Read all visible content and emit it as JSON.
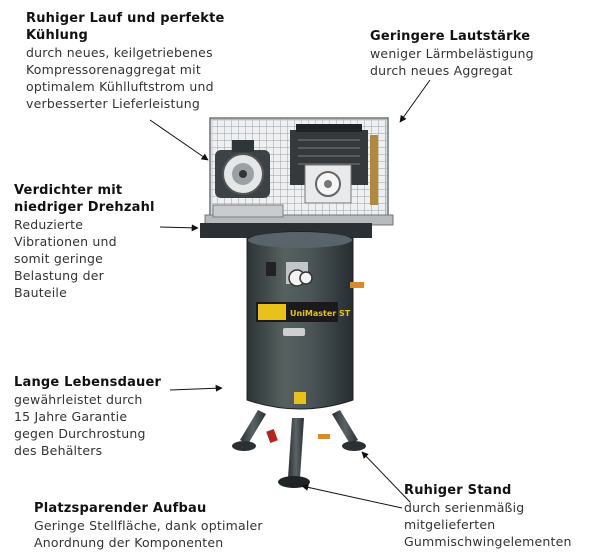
{
  "callouts": {
    "run": {
      "title_lines": [
        "Ruhiger Lauf und perfekte",
        "Kühlung"
      ],
      "body_lines": [
        "durch neues, keilgetriebenes",
        "Kompressorenaggregat mit",
        "optimalem Kühlluftstrom und",
        "verbesserter Lieferleistung"
      ]
    },
    "noise": {
      "title_lines": [
        "Geringere Lautstärke"
      ],
      "body_lines": [
        "weniger Lärmbelästigung",
        "durch neues Aggregat"
      ]
    },
    "compressor": {
      "title_lines": [
        "Verdichter mit",
        "niedriger Drehzahl"
      ],
      "body_lines": [
        "Reduzierte",
        "Vibrationen und",
        "somit geringe",
        "Belastung der",
        "Bauteile"
      ]
    },
    "life": {
      "title_lines": [
        "Lange Lebensdauer"
      ],
      "body_lines": [
        "gewährleistet durch",
        "15 Jahre Garantie",
        "gegen Durchrostung",
        "des Behälters"
      ]
    },
    "space": {
      "title_lines": [
        "Platzsparender Aufbau"
      ],
      "body_lines": [
        "Geringe Stellfläche, dank optimaler",
        "Anordnung der Komponenten"
      ]
    },
    "stand": {
      "title_lines": [
        "Ruhiger Stand"
      ],
      "body_lines": [
        "durch serienmäßig",
        "mitgelieferten",
        "Gummischwingelementen"
      ]
    }
  },
  "product": {
    "label_text": "UniMaster ST",
    "colors": {
      "tank": "#4a5458",
      "tank_dark": "#2e3538",
      "frame": "#d8dadb",
      "label_yellow": "#e8c21a",
      "accent_red": "#b3261e"
    }
  }
}
